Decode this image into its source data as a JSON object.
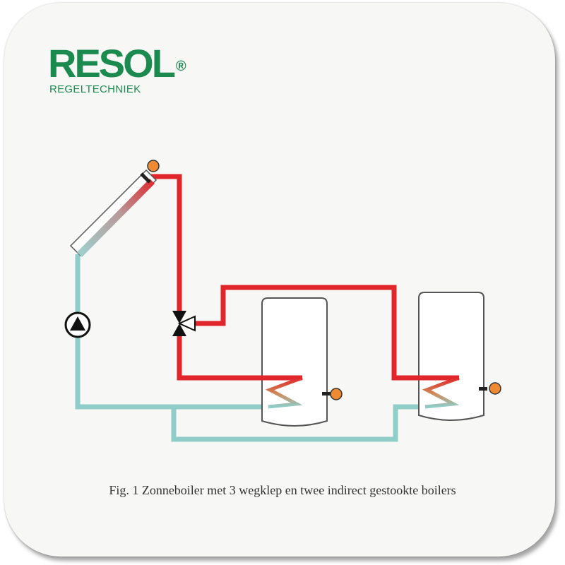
{
  "logo": {
    "name": "RESOL",
    "registered_mark": "®",
    "tagline": "REGELTECHNIEK"
  },
  "caption": "Fig. 1 Zonneboiler met 3 wegklep en twee indirect gestookte boilers",
  "colors": {
    "brand": "#1a8a4e",
    "hot_pipe": "#e0262a",
    "cold_pipe": "#8fcdc8",
    "sensor": "#f08a32",
    "tank_fill": "#ffffff",
    "tank_stroke": "#555555",
    "background": "#f7f7f6"
  },
  "components": {
    "collector": "solar-collector-icon",
    "pump": "pump-icon",
    "valve": "three-way-valve-icon",
    "tanks": 2,
    "temperature_sensors": 3
  }
}
